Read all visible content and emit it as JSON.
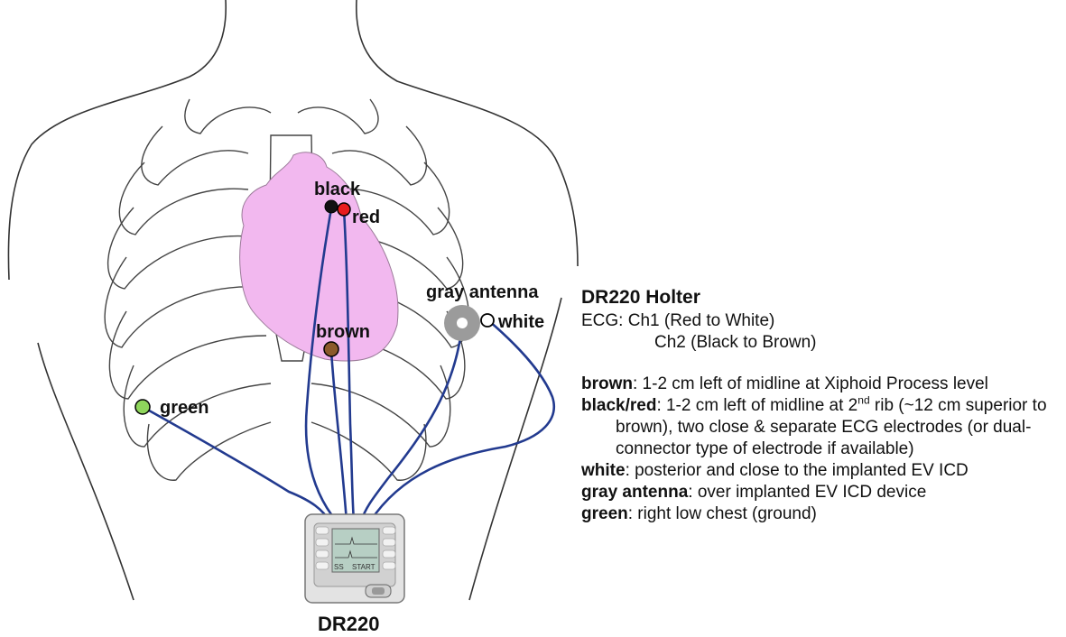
{
  "colors": {
    "heart": "#f2b8ef",
    "wire": "#223a8f",
    "black": "#111111",
    "red": "#e81c1c",
    "brown": "#8b5a2b",
    "green": "#8fd65c",
    "white": "#ffffff",
    "gray": "#9b9b9b"
  },
  "diagram": {
    "electrodes": {
      "black": "black",
      "red": "red",
      "brown": "brown",
      "gray_antenna": "gray antenna",
      "white": "white",
      "green": "green"
    },
    "device_label": "DR220",
    "device_screen": {
      "start": "START",
      "ss": "SS"
    }
  },
  "info": {
    "title": "DR220 Holter",
    "ecg_line1": "ECG: Ch1 (Red to White)",
    "ecg_line2": "Ch2 (Black to Brown)",
    "notes": [
      {
        "term": "brown",
        "text": ": 1-2 cm left of midline at Xiphoid Process level"
      },
      {
        "term": "black/red",
        "text_pre": ": 1-2 cm left of midline at 2",
        "sup": "nd",
        "text_post": " rib (~12 cm superior to brown), two close & separate ECG electrodes (or dual-connector type of electrode if available)"
      },
      {
        "term": "white",
        "text": ": posterior and close to the implanted EV ICD"
      },
      {
        "term": "gray antenna",
        "text": ": over implanted EV ICD device"
      },
      {
        "term": "green",
        "text": ": right low chest (ground)"
      }
    ]
  }
}
